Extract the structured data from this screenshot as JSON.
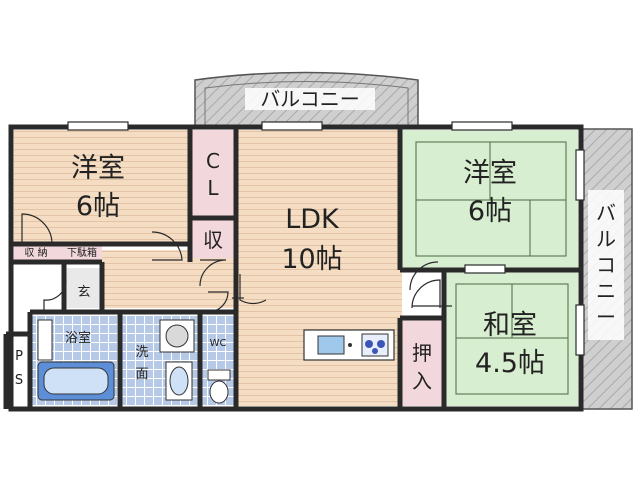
{
  "balcony_top": "バルコニー",
  "balcony_right": [
    "バ",
    "ル",
    "コ",
    "ニ",
    "ー"
  ],
  "rooms": {
    "western1": {
      "name": "洋室",
      "size": "6帖"
    },
    "western2": {
      "name": "洋室",
      "size": "6帖"
    },
    "ldk": {
      "name": "LDK",
      "size": "10帖"
    },
    "japanese": {
      "name": "和室",
      "size": "4.5帖"
    },
    "closet": [
      "C",
      "L"
    ],
    "storage_small": "収",
    "storage_label": "収 納",
    "shoe_box": "下駄箱",
    "entrance": "玄",
    "bathroom": "浴室",
    "washroom": [
      "洗",
      "面"
    ],
    "toilet": "WC",
    "ps": [
      "P",
      "S"
    ],
    "oshiire": [
      "押",
      "入"
    ]
  },
  "colors": {
    "floor_wood": "#f5ddc3",
    "tatami": "#d8eed0",
    "pink_closet": "#f2d7dc",
    "tile_blue": "#b6c9e6",
    "balcony_gray": "#c6c6c6",
    "wall": "#2a2a2a"
  }
}
